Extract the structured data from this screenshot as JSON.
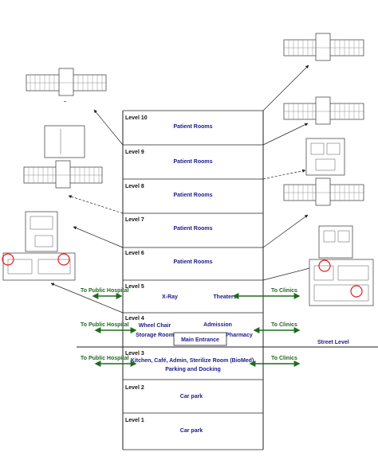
{
  "levels": [
    {
      "level": "Level 10",
      "rooms": [
        "Patient Rooms"
      ]
    },
    {
      "level": "Level 9",
      "rooms": [
        "Patient Rooms"
      ]
    },
    {
      "level": "Level 8",
      "rooms": [
        "Patient Rooms"
      ]
    },
    {
      "level": "Level 7",
      "rooms": [
        "Patient Rooms"
      ]
    },
    {
      "level": "Level 6",
      "rooms": [
        "Patient Rooms"
      ]
    },
    {
      "level": "Level 5",
      "rooms": [
        "X-Ray",
        "Theaters"
      ]
    },
    {
      "level": "Level 4",
      "rooms": [
        "Wheel Chair",
        "Storage Room",
        "Admission",
        "Pharmacy",
        "Main Entrance"
      ]
    },
    {
      "level": "Level 3",
      "rooms": [
        "Kitchen, Café, Admin, Sterilize Room (BioMed),",
        "Parking and Docking"
      ]
    },
    {
      "level": "Level 2",
      "rooms": [
        "Car park"
      ]
    },
    {
      "level": "Level 1",
      "rooms": [
        "Car park"
      ]
    }
  ],
  "links": {
    "public_hospital": "To Public Hospital",
    "clinics": "To Clinics"
  },
  "street_level": "Street Level",
  "colors": {
    "level_text": "#111111",
    "room_text": "#1a1a8c",
    "link_text": "#1e6b1e",
    "arrow": "#1e6b1e",
    "lines": "#222222",
    "highlight_circle": "#e02020"
  }
}
